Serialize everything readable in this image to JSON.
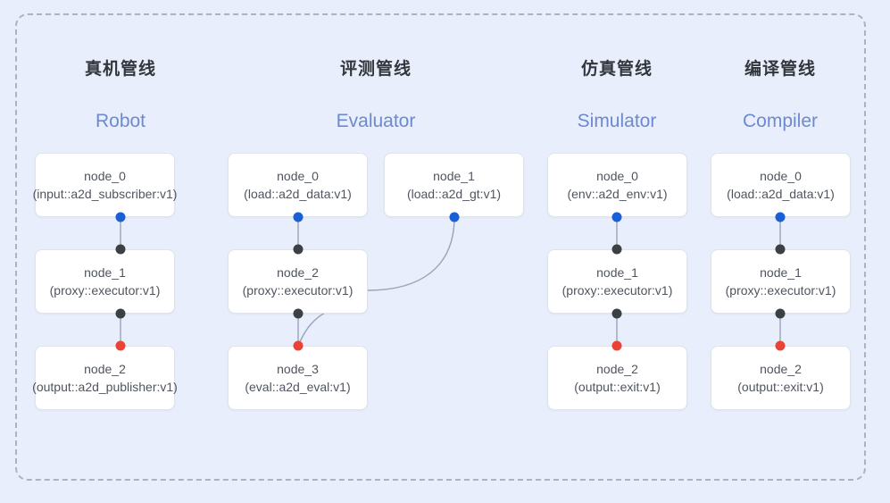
{
  "diagram": {
    "background_color": "#e8eefb",
    "frame_border_color": "#aab3c6",
    "accent_color": "#6d8ad0",
    "port_colors": {
      "input": "#1a5fd6",
      "middle": "#3c4043",
      "output": "#ea4335"
    },
    "edge_color": "#9aa3b8"
  },
  "columns": [
    {
      "title": "真机管线",
      "subtitle": "Robot",
      "nodes": [
        {
          "name": "node_0",
          "type": "(input::a2d_subscriber:v1)"
        },
        {
          "name": "node_1",
          "type": "(proxy::executor:v1)"
        },
        {
          "name": "node_2",
          "type": "(output::a2d_publisher:v1)"
        }
      ]
    },
    {
      "title": "评测管线",
      "subtitle": "Evaluator",
      "nodes": [
        {
          "name": "node_0",
          "type": "(load::a2d_data:v1)"
        },
        {
          "name": "node_2",
          "type": "(proxy::executor:v1)"
        },
        {
          "name": "node_3",
          "type": "(eval::a2d_eval:v1)"
        },
        {
          "name": "node_1",
          "type": "(load::a2d_gt:v1)"
        }
      ]
    },
    {
      "title": "仿真管线",
      "subtitle": "Simulator",
      "nodes": [
        {
          "name": "node_0",
          "type": "(env::a2d_env:v1)"
        },
        {
          "name": "node_1",
          "type": "(proxy::executor:v1)"
        },
        {
          "name": "node_2",
          "type": "(output::exit:v1)"
        }
      ]
    },
    {
      "title": "编译管线",
      "subtitle": "Compiler",
      "nodes": [
        {
          "name": "node_0",
          "type": "(load::a2d_data:v1)"
        },
        {
          "name": "node_1",
          "type": "(proxy::executor:v1)"
        },
        {
          "name": "node_2",
          "type": "(output::exit:v1)"
        }
      ]
    }
  ]
}
